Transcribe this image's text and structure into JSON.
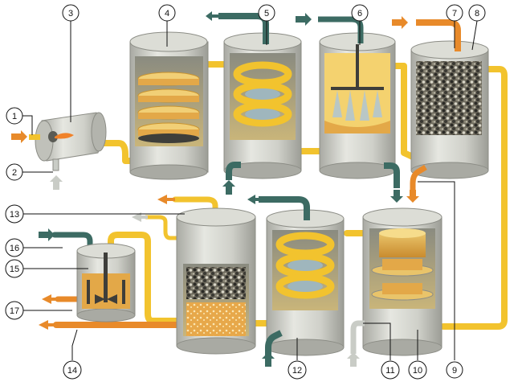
{
  "diagram": {
    "labels": [
      {
        "id": "1",
        "text": "1"
      },
      {
        "id": "2",
        "text": "2"
      },
      {
        "id": "3",
        "text": "3"
      },
      {
        "id": "4",
        "text": "4"
      },
      {
        "id": "5",
        "text": "5"
      },
      {
        "id": "6",
        "text": "6"
      },
      {
        "id": "7",
        "text": "7"
      },
      {
        "id": "8",
        "text": "8"
      },
      {
        "id": "9",
        "text": "9"
      },
      {
        "id": "10",
        "text": "10"
      },
      {
        "id": "11",
        "text": "11"
      },
      {
        "id": "12",
        "text": "12"
      },
      {
        "id": "13",
        "text": "13"
      },
      {
        "id": "14",
        "text": "14"
      },
      {
        "id": "15",
        "text": "15"
      },
      {
        "id": "16",
        "text": "16"
      },
      {
        "id": "17",
        "text": "17"
      }
    ],
    "colors": {
      "hot_flow": "#e88a2a",
      "cold_flow": "#3c6b63",
      "air_flow": "#c9ccc6",
      "pipe": "#f2c32e",
      "vessel": "#d6d7d0",
      "contents": "#e2b35a"
    }
  }
}
